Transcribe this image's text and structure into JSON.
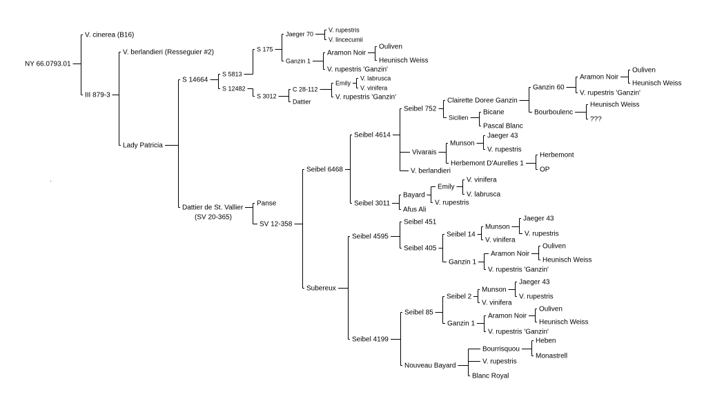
{
  "pedigree": {
    "label": "NY 66.0793.01",
    "children": [
      {
        "label": "V. cinerea (B16)"
      },
      {
        "label": "III 879-3",
        "children": [
          {
            "label": "V. berlandieri (Resseguier #2)"
          },
          {
            "label": "Lady Patricia",
            "children": [
              {
                "label": "S 14664",
                "children": [
                  {
                    "label": "S 5813",
                    "children": [
                      {
                        "label": "S 175",
                        "children": [
                          {
                            "label": "Jaeger 70",
                            "children": [
                              {
                                "label": "V. rupestris"
                              },
                              {
                                "label": "V. lincecumii"
                              }
                            ]
                          },
                          {
                            "label": "Ganzin 1",
                            "children": [
                              {
                                "label": "Aramon Noir",
                                "children": [
                                  {
                                    "label": "Ouliven"
                                  },
                                  {
                                    "label": "Heunisch Weiss"
                                  }
                                ]
                              },
                              {
                                "label": "V. rupestris 'Ganzin'"
                              }
                            ]
                          }
                        ]
                      }
                    ]
                  },
                  {
                    "label": "S 12482",
                    "children": [
                      {
                        "label": "S 3012",
                        "children": [
                          {
                            "label": "C 28-112",
                            "children": [
                              {
                                "label": "Emily",
                                "children": [
                                  {
                                    "label": "V. labrusca"
                                  },
                                  {
                                    "label": "V. vinifera"
                                  }
                                ]
                              },
                              {
                                "label": "V. rupestris 'Ganzin'"
                              }
                            ]
                          },
                          {
                            "label": "Dattier"
                          }
                        ]
                      }
                    ]
                  }
                ]
              },
              {
                "label": "Dattier de St. Vallier",
                "label2": "(SV 20-365)",
                "children": [
                  {
                    "label": "Panse"
                  },
                  {
                    "label": "SV 12-358",
                    "children": [
                      {
                        "label": "Seibel 6468",
                        "children": [
                          {
                            "label": "Seibel 4614",
                            "children": [
                              {
                                "label": "Seibel 752",
                                "children": [
                                  {
                                    "label": "Clairette Doree Ganzin",
                                    "children": [
                                      {
                                        "label": "Ganzin 60",
                                        "children": [
                                          {
                                            "label": "Aramon Noir",
                                            "children": [
                                              {
                                                "label": "Ouliven"
                                              },
                                              {
                                                "label": "Heunisch Weiss"
                                              }
                                            ]
                                          },
                                          {
                                            "label": "V. rupestris 'Ganzin'"
                                          }
                                        ]
                                      },
                                      {
                                        "label": "Bourboulenc",
                                        "children": [
                                          {
                                            "label": "Heunisch Weiss"
                                          },
                                          {
                                            "label": "???"
                                          }
                                        ]
                                      }
                                    ]
                                  },
                                  {
                                    "label": "Sicilien",
                                    "children": [
                                      {
                                        "label": "Bicane"
                                      },
                                      {
                                        "label": "Pascal Blanc"
                                      }
                                    ]
                                  }
                                ]
                              },
                              {
                                "label": "Vivarais",
                                "children": [
                                  {
                                    "label": "Munson",
                                    "children": [
                                      {
                                        "label": "Jaeger 43"
                                      },
                                      {
                                        "label": "V. rupestris"
                                      }
                                    ]
                                  },
                                  {
                                    "label": "Herbemont D'Aurelles 1",
                                    "children": [
                                      {
                                        "label": "Herbemont"
                                      },
                                      {
                                        "label": "OP"
                                      }
                                    ]
                                  }
                                ]
                              },
                              {
                                "label": "V. berlandieri"
                              }
                            ]
                          },
                          {
                            "label": "Seibel 3011",
                            "children": [
                              {
                                "label": "Bayard",
                                "children": [
                                  {
                                    "label": "Emily",
                                    "children": [
                                      {
                                        "label": "V. vinifera"
                                      },
                                      {
                                        "label": "V. labrusca"
                                      }
                                    ]
                                  },
                                  {
                                    "label": "V. rupestris"
                                  }
                                ]
                              },
                              {
                                "label": "Afus Ali"
                              }
                            ]
                          }
                        ]
                      },
                      {
                        "label": "Subereux",
                        "children": [
                          {
                            "label": "Seibel 4595",
                            "children": [
                              {
                                "label": "Seibel 451"
                              },
                              {
                                "label": "Seibel 405",
                                "children": [
                                  {
                                    "label": "Seibel 14",
                                    "children": [
                                      {
                                        "label": "Munson",
                                        "children": [
                                          {
                                            "label": "Jaeger 43"
                                          },
                                          {
                                            "label": "V. rupestris"
                                          }
                                        ]
                                      },
                                      {
                                        "label": "V. vinifera"
                                      }
                                    ]
                                  },
                                  {
                                    "label": "Ganzin 1",
                                    "children": [
                                      {
                                        "label": "Aramon Noir",
                                        "children": [
                                          {
                                            "label": "Ouliven"
                                          },
                                          {
                                            "label": "Heunisch Weiss"
                                          }
                                        ]
                                      },
                                      {
                                        "label": "V. rupestris 'Ganzin'"
                                      }
                                    ]
                                  }
                                ]
                              }
                            ]
                          },
                          {
                            "label": "Seibel 4199",
                            "children": [
                              {
                                "label": "Seibel 85",
                                "children": [
                                  {
                                    "label": "Seibel 2",
                                    "children": [
                                      {
                                        "label": "Munson",
                                        "children": [
                                          {
                                            "label": "Jaeger 43"
                                          },
                                          {
                                            "label": "V. rupestris"
                                          }
                                        ]
                                      },
                                      {
                                        "label": "V. vinifera"
                                      }
                                    ]
                                  },
                                  {
                                    "label": "Ganzin 1",
                                    "children": [
                                      {
                                        "label": "Aramon Noir",
                                        "children": [
                                          {
                                            "label": "Ouliven"
                                          },
                                          {
                                            "label": "Heunisch Weiss"
                                          }
                                        ]
                                      },
                                      {
                                        "label": "V. rupestris 'Ganzin'"
                                      }
                                    ]
                                  }
                                ]
                              },
                              {
                                "label": "Nouveau Bayard",
                                "children": [
                                  {
                                    "label": "Bourrisquou",
                                    "children": [
                                      {
                                        "label": "Heben"
                                      },
                                      {
                                        "label": "Monastrell"
                                      }
                                    ]
                                  },
                                  {
                                    "label": "V. rupestris"
                                  },
                                  {
                                    "label": "Blanc Royal"
                                  }
                                ]
                              }
                            ]
                          }
                        ]
                      }
                    ]
                  }
                ]
              }
            ]
          }
        ]
      }
    ]
  }
}
